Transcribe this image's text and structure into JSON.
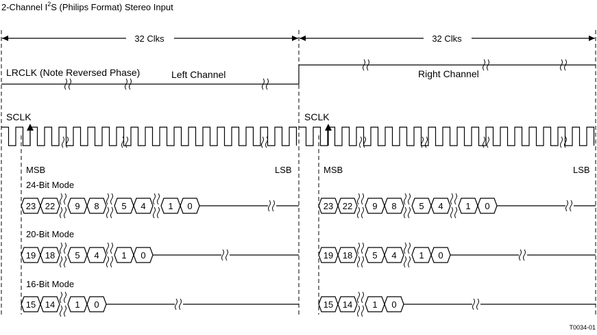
{
  "title": {
    "prefix": "2-Channel I",
    "superscript": "2",
    "suffix": "S (Philips Format) Stereo Input"
  },
  "period_label": "32 Clks",
  "lrclk": {
    "label": "LRCLK (Note Reversed Phase)",
    "left_channel": "Left Channel",
    "right_channel": "Right Channel"
  },
  "sclk_label": "SCLK",
  "msb_label": "MSB",
  "lsb_label": "LSB",
  "modes": [
    {
      "label": "24-Bit Mode",
      "groups": [
        [
          "23",
          "22"
        ],
        [
          "9",
          "8"
        ],
        [
          "5",
          "4"
        ],
        [
          "1",
          "0"
        ]
      ]
    },
    {
      "label": "20-Bit Mode",
      "groups": [
        [
          "19",
          "18"
        ],
        [
          "5",
          "4"
        ],
        [
          "1",
          "0"
        ]
      ]
    },
    {
      "label": "16-Bit Mode",
      "groups": [
        [
          "15",
          "14"
        ],
        [
          "1",
          "0"
        ]
      ]
    }
  ],
  "figure_id": "T0034-01"
}
